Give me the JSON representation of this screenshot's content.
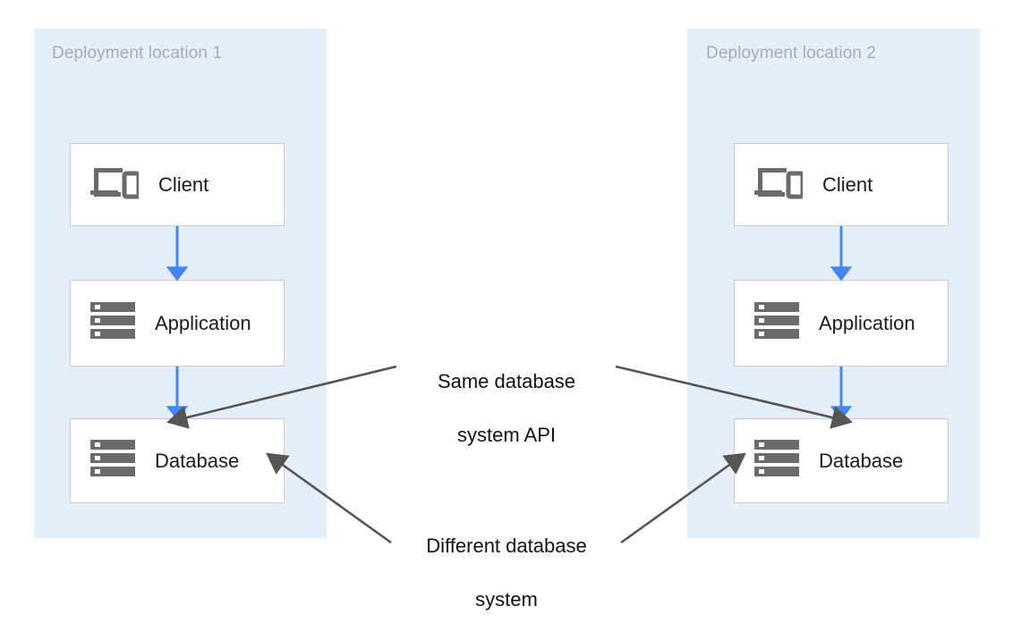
{
  "diagram": {
    "title_hidden": "",
    "colors": {
      "zone_background": "#e4eff9",
      "zone_title": "#a6adb4",
      "node_background": "#ffffff",
      "node_border": "#c9ccce",
      "flow_arrow": "#4285f4",
      "callout_line": "#555555",
      "icon": "#6b6b6b",
      "text": "#111111",
      "canvas": "#ffffff"
    },
    "zones": [
      {
        "id": "zone-1",
        "title": "Deployment location 1",
        "nodes": [
          {
            "id": "client-1",
            "label": "Client",
            "icon": "devices-icon"
          },
          {
            "id": "application-1",
            "label": "Application",
            "icon": "server-icon"
          },
          {
            "id": "database-1",
            "label": "Database",
            "icon": "server-icon"
          }
        ]
      },
      {
        "id": "zone-2",
        "title": "Deployment location 2",
        "nodes": [
          {
            "id": "client-2",
            "label": "Client",
            "icon": "devices-icon"
          },
          {
            "id": "application-2",
            "label": "Application",
            "icon": "server-icon"
          },
          {
            "id": "database-2",
            "label": "Database",
            "icon": "server-icon"
          }
        ]
      }
    ],
    "flows": [
      {
        "from": "client-1",
        "to": "application-1",
        "style": "solid-blue-arrow"
      },
      {
        "from": "application-1",
        "to": "database-1",
        "style": "solid-blue-arrow"
      },
      {
        "from": "client-2",
        "to": "application-2",
        "style": "solid-blue-arrow"
      },
      {
        "from": "application-2",
        "to": "database-2",
        "style": "solid-blue-arrow"
      }
    ],
    "callouts": [
      {
        "id": "callout-same-api",
        "text": "Same database system API",
        "line1": "Same database",
        "line2": "system API",
        "targets": [
          "database-1",
          "database-2"
        ]
      },
      {
        "id": "callout-different-system",
        "text": "Different database system",
        "line1": "Different database",
        "line2": "system",
        "targets": [
          "database-1",
          "database-2"
        ]
      }
    ]
  }
}
